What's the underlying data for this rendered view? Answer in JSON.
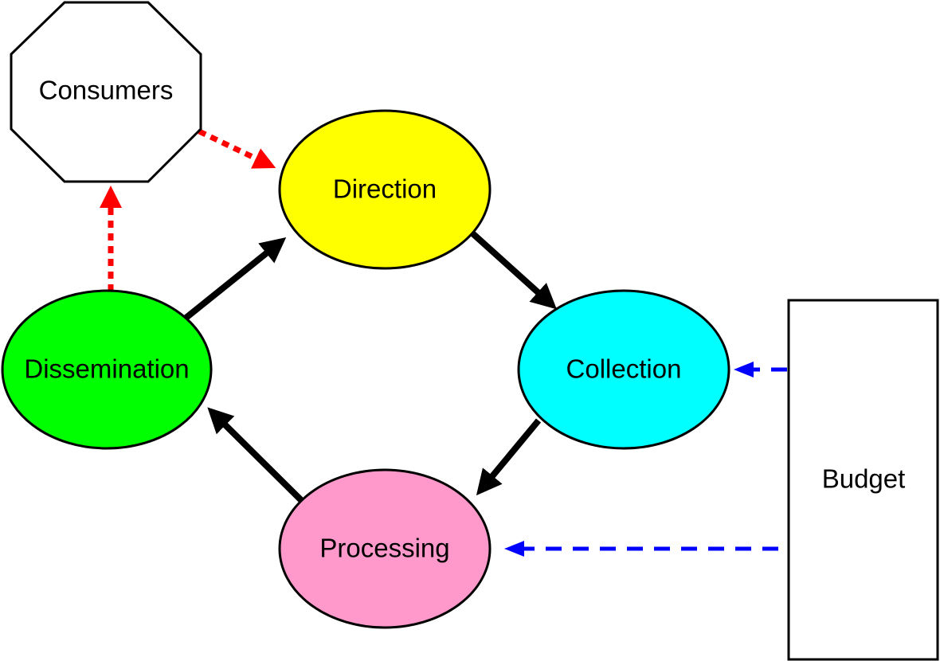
{
  "nodes": {
    "consumers": {
      "label": "Consumers",
      "shape": "octagon",
      "fill": "#FFFFFF"
    },
    "direction": {
      "label": "Direction",
      "shape": "ellipse",
      "fill": "#FFFF00"
    },
    "collection": {
      "label": "Collection",
      "shape": "ellipse",
      "fill": "#00FFFF"
    },
    "processing": {
      "label": "Processing",
      "shape": "ellipse",
      "fill": "#FF99CC"
    },
    "dissemination": {
      "label": "Dissemination",
      "shape": "ellipse",
      "fill": "#00FF00"
    },
    "budget": {
      "label": "Budget",
      "shape": "rectangle",
      "fill": "#FFFFFF"
    }
  },
  "edges": [
    {
      "from": "direction",
      "to": "collection",
      "style": "solid",
      "color": "#000000"
    },
    {
      "from": "collection",
      "to": "processing",
      "style": "solid",
      "color": "#000000"
    },
    {
      "from": "processing",
      "to": "dissemination",
      "style": "solid",
      "color": "#000000"
    },
    {
      "from": "dissemination",
      "to": "direction",
      "style": "solid",
      "color": "#000000"
    },
    {
      "from": "dissemination",
      "to": "consumers",
      "style": "dotted",
      "color": "#FF0000"
    },
    {
      "from": "consumers",
      "to": "direction",
      "style": "dotted",
      "color": "#FF0000"
    },
    {
      "from": "budget",
      "to": "collection",
      "style": "dashed",
      "color": "#0000FF"
    },
    {
      "from": "budget",
      "to": "processing",
      "style": "dashed",
      "color": "#0000FF"
    }
  ]
}
